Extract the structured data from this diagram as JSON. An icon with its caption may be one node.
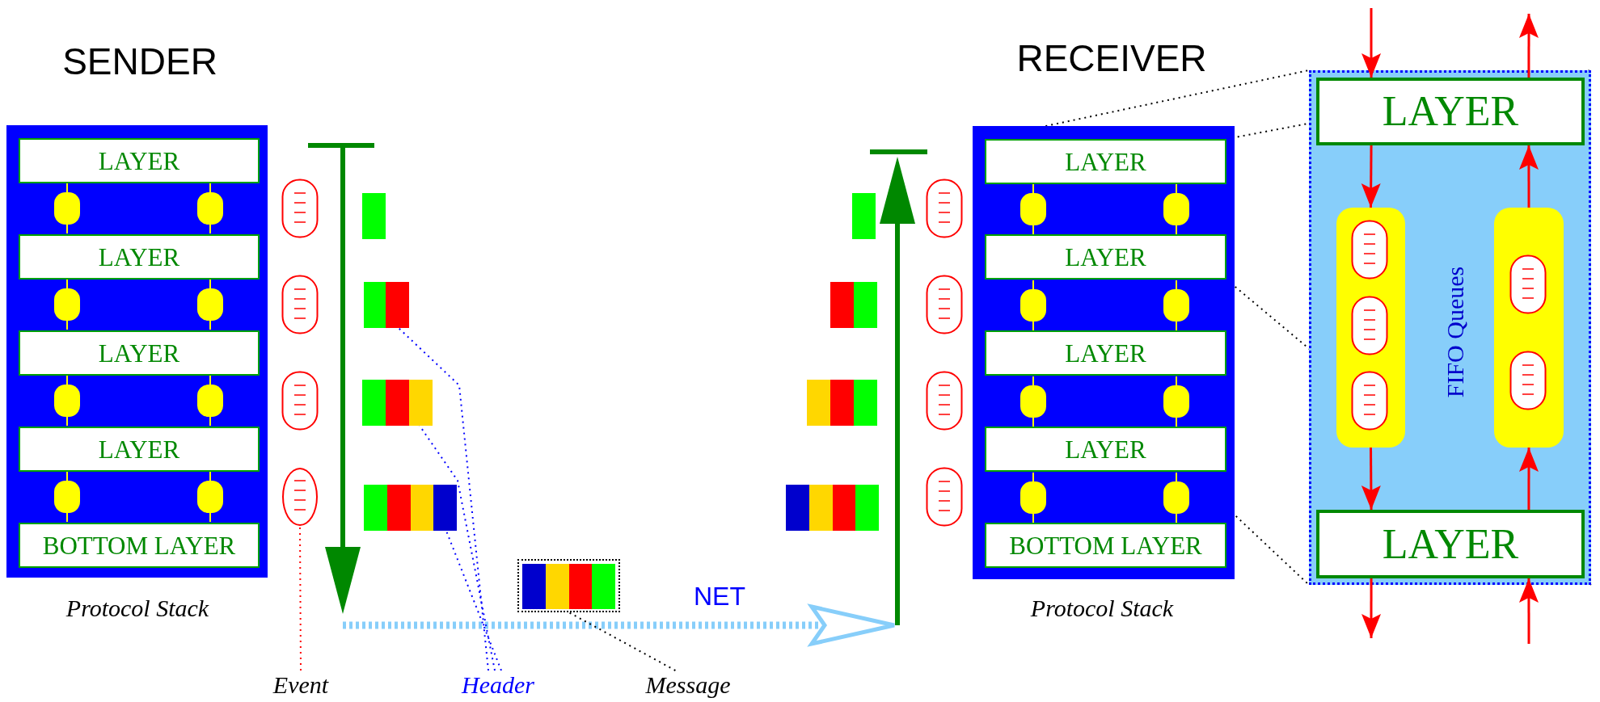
{
  "diagram": {
    "nodes": [
      {
        "text": [],
        "shape": "box"
      },
      {
        "text": [
          "LAYER"
        ],
        "in": 0
      },
      {
        "text": [
          "LAYER"
        ],
        "in": 0
      },
      {
        "text": [
          "LAYER"
        ],
        "in": 0
      },
      {
        "text": [
          "LAYER"
        ],
        "in": 0
      },
      {
        "text": [
          "BOTTOM LAYER"
        ],
        "in": 0
      },
      {
        "text": [],
        "shape": "box"
      },
      {
        "text": [
          "LAYER"
        ],
        "in": 6
      },
      {
        "text": [
          "LAYER"
        ],
        "in": 6
      },
      {
        "text": [
          "LAYER"
        ],
        "in": 6
      },
      {
        "text": [
          "LAYER"
        ],
        "in": 6
      },
      {
        "text": [
          "BOTTOM LAYER"
        ],
        "in": 6
      },
      {
        "text": [
          "FIFO Queues"
        ]
      },
      {
        "text": [
          "LAYER"
        ],
        "in": 12
      },
      {
        "text": [],
        "shape": "box",
        "in": 12
      },
      {
        "text": [],
        "shape": "box",
        "in": 12
      },
      {
        "text": [
          "LAYER"
        ],
        "in": 12
      },
      {
        "text": [
          "Event"
        ]
      },
      {
        "text": [],
        "shape": "oval"
      },
      {
        "text": [
          "Header"
        ]
      },
      {
        "text": [],
        "shape": "bar"
      },
      {
        "text": [],
        "shape": "bar"
      },
      {
        "text": [],
        "shape": "bar"
      },
      {
        "text": [
          "Message"
        ]
      },
      {
        "text": [],
        "shape": "box"
      }
    ],
    "edges": [
      {
        "from": 13,
        "to": 14,
        "arrow": "to"
      },
      {
        "from": 14,
        "to": 16,
        "arrow": "to"
      },
      {
        "from": 16,
        "to": 15,
        "arrow": "to"
      },
      {
        "from": 15,
        "to": 13,
        "arrow": "to"
      },
      {
        "from": null,
        "to": 13,
        "arrow": "to"
      },
      {
        "from": 16,
        "to": null,
        "arrow": "to"
      },
      {
        "from": null,
        "to": 16,
        "arrow": "to"
      },
      {
        "from": 13,
        "to": null,
        "arrow": "to"
      },
      {
        "from": 17,
        "to": 18,
        "arrow": "none",
        "style": "dashed"
      },
      {
        "from": 19,
        "to": 20,
        "arrow": "none",
        "style": "dashed",
        "color": "#0000ff"
      },
      {
        "from": 19,
        "to": 21,
        "arrow": "none",
        "style": "dashed",
        "color": "#0000ff"
      },
      {
        "from": 19,
        "to": 22,
        "arrow": "none",
        "style": "dashed",
        "color": "#0000ff"
      },
      {
        "from": 23,
        "to": 24,
        "arrow": "none",
        "style": "dashed",
        "color": "#000000"
      },
      {
        "from": 7,
        "to": 12,
        "arrow": "none",
        "style": "dashed",
        "color": "#000000"
      },
      {
        "from": 7,
        "to": 12,
        "arrow": "none",
        "style": "dashed",
        "color": "#000000"
      },
      {
        "from": 8,
        "to": 12,
        "arrow": "none",
        "style": "dashed",
        "color": "#000000"
      },
      {
        "from": 8,
        "to": 12,
        "arrow": "none",
        "style": "dashed",
        "color": "#000000"
      }
    ],
    "labels": [
      "SENDER",
      "RECEIVER",
      "Protocol Stack",
      "NET",
      "Protocol Stack"
    ]
  }
}
